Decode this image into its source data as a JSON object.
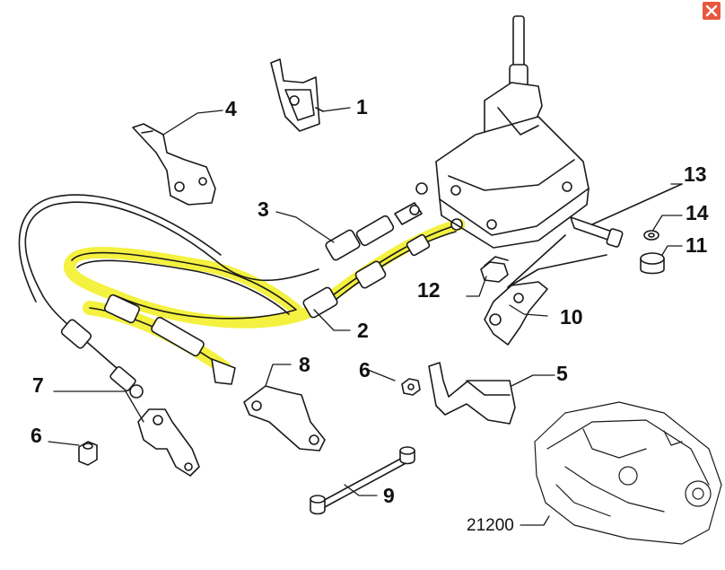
{
  "diagram": {
    "callouts": {
      "c1": "1",
      "c2": "2",
      "c3": "3",
      "c4": "4",
      "c5": "5",
      "c6a": "6",
      "c6b": "6",
      "c7": "7",
      "c8": "8",
      "c9": "9",
      "c10": "10",
      "c11": "11",
      "c12": "12",
      "c13": "13",
      "c14": "14",
      "c21200": "21200"
    },
    "colors": {
      "line": "#1a1a1a",
      "highlight": "#f2ef1e",
      "part_fill": "#ffffff",
      "close_button": "#e8573f"
    }
  },
  "window": {
    "close_icon": "close-icon"
  }
}
